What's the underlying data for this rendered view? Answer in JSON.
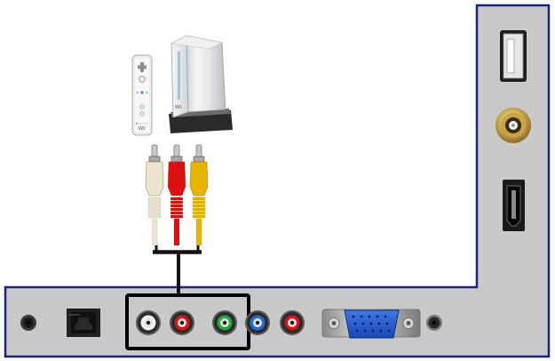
{
  "console": {
    "brand_console": "Wii",
    "brand_remote": "Wii"
  },
  "panel": {
    "fill_color": "#c8c8c8",
    "border_color": "#1a237e",
    "highlight_box_color": "#000000"
  },
  "cables": {
    "colors": [
      "#ede4d0",
      "#dd1111",
      "#e8b400"
    ]
  },
  "jacks": {
    "bottom_row": [
      "audio-out",
      "optical",
      "composite-white",
      "composite-red",
      "composite-green",
      "component-blue",
      "component-red",
      "vga",
      "pc-audio"
    ],
    "side_column": [
      "usb",
      "coax",
      "hdmi"
    ],
    "ring_colors": {
      "white": "#f2f2f2",
      "red": "#dd1111",
      "green": "#1faa3a",
      "blue": "#1e6fd9"
    }
  }
}
